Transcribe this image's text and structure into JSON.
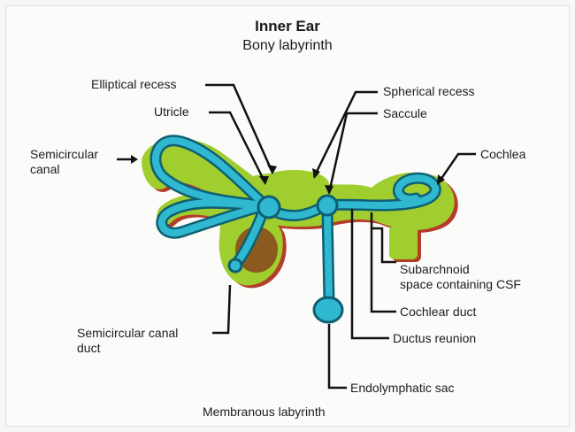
{
  "title": "Inner Ear",
  "subtitle": "Bony labyrinth",
  "footer": "Membranous labyrinth",
  "labels": {
    "elliptical_recess": "Elliptical recess",
    "utricle": "Utricle",
    "semicircular_canal": [
      "Semicircular",
      "canal"
    ],
    "spherical_recess": "Spherical recess",
    "saccule": "Saccule",
    "cochlea": "Cochlea",
    "subarachnoid_space": [
      "Subarchnoid",
      "space containing CSF"
    ],
    "cochlear_duct": "Cochlear duct",
    "ductus_reunion": "Ductus reunion",
    "semicircular_canal_duct": [
      "Semicircular canal",
      "duct"
    ],
    "endolymphatic_sac": "Endolymphatic sac"
  },
  "colors": {
    "bony_labyrinth": "#9fce2e",
    "bony_outline": "#b63c2a",
    "membranous_labyrinth": "#2fb8cf",
    "membranous_dark": "#0f5f74",
    "perilymph_brown": "#8a5a1e",
    "leader_line": "#111111"
  }
}
